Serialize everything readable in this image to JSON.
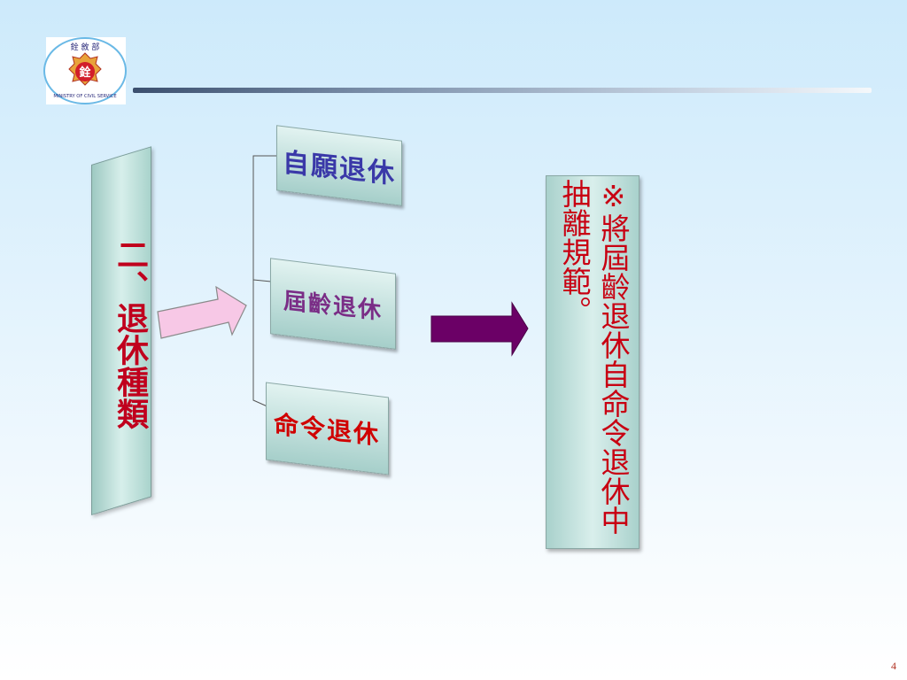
{
  "logo": {
    "top_text": "銓 敘 部",
    "center_text": "銓",
    "ring_text": "MINISTRY OF CIVIL SERVICE"
  },
  "left_panel": {
    "title": "二、退休種類"
  },
  "cards": [
    {
      "label": "自願退休"
    },
    {
      "label": "屆齡退休"
    },
    {
      "label": "命令退休"
    }
  ],
  "note": {
    "text": "※將屆齡退休自命令退休中抽離規範。"
  },
  "page": {
    "number": "4"
  },
  "colors": {
    "pink_arrow": "#f7c8e6",
    "purple_arrow": "#6b0066",
    "title_red": "#c0001d"
  }
}
